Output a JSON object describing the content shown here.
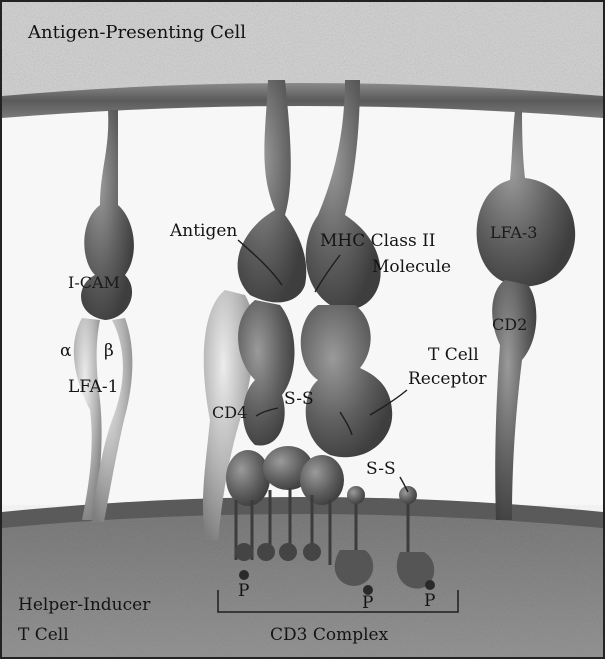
{
  "labels": {
    "apc": "Antigen-Presenting Cell",
    "antigen": "Antigen",
    "mhc_line1": "MHC Class II",
    "mhc_line2": "Molecule",
    "icam": "I-CAM",
    "lfa3": "LFA-3",
    "alpha": "α",
    "beta": "β",
    "lfa1": "LFA-1",
    "cd2": "CD2",
    "tcr_line1": "T Cell",
    "tcr_line2": "Receptor",
    "cd4": "CD4",
    "ss_left": "S-S",
    "ss_right": "S-S",
    "p1": "P",
    "p2": "P",
    "p3": "P",
    "helper_line1": "Helper-Inducer",
    "helper_line2": "T Cell",
    "cd3": "CD3 Complex"
  },
  "colors": {
    "membrane": "#5e5e5e",
    "protein": "#6b6b6b",
    "protein_light": "#a9a9a9",
    "cell_bottom": "#7a7a7a",
    "cell_top": "#cfcfcf",
    "extracellular": "#f7f7f7"
  }
}
